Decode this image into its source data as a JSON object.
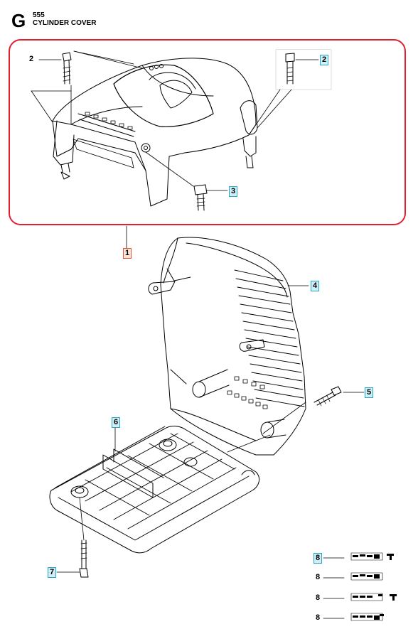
{
  "header": {
    "section_letter": "G",
    "model": "555",
    "title": "CYLINDER COVER"
  },
  "callouts": [
    {
      "id": "c-2a",
      "text": "2",
      "style": "plain"
    },
    {
      "id": "c-2b",
      "text": "2",
      "style": "hl-blue"
    },
    {
      "id": "c-3",
      "text": "3",
      "style": "hl-blue"
    },
    {
      "id": "c-1",
      "text": "1",
      "style": "hl-red"
    },
    {
      "id": "c-4",
      "text": "4",
      "style": "hl-blue"
    },
    {
      "id": "c-5",
      "text": "5",
      "style": "hl-blue"
    },
    {
      "id": "c-6",
      "text": "6",
      "style": "hl-blue"
    },
    {
      "id": "c-7",
      "text": "7",
      "style": "hl-blue"
    },
    {
      "id": "c-8a",
      "text": "8",
      "style": "hl-blue"
    },
    {
      "id": "c-8b",
      "text": "8",
      "style": "plain"
    },
    {
      "id": "c-8c",
      "text": "8",
      "style": "plain"
    },
    {
      "id": "c-8d",
      "text": "8",
      "style": "plain"
    }
  ],
  "colors": {
    "assembly_frame": "#e02030",
    "highlight_blue": "#2aa6c9",
    "highlight_red": "#e8552b",
    "line": "#000000"
  }
}
